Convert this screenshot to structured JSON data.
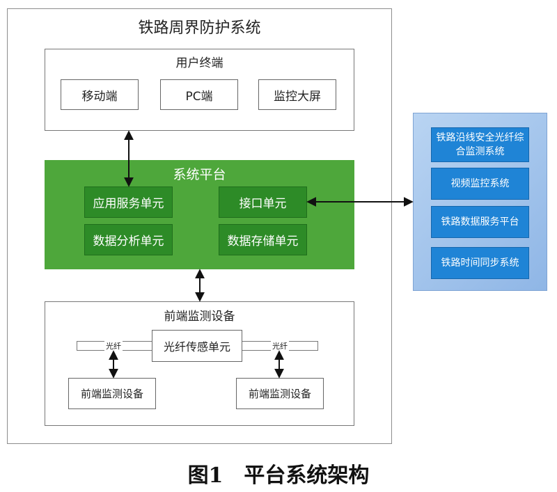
{
  "outer_title": "铁路周界防护系统",
  "user_terminal": {
    "title": "用户终端",
    "items": [
      "移动端",
      "PC端",
      "监控大屏"
    ]
  },
  "platform": {
    "title": "系统平台",
    "units": {
      "app_service": "应用服务单元",
      "interface": "接口单元",
      "data_analysis": "数据分析单元",
      "data_storage": "数据存储单元"
    }
  },
  "external_systems": [
    "铁路沿线安全光纤综合监测系统",
    "视频监控系统",
    "铁路数据服务平台",
    "铁路时间同步系统"
  ],
  "frontend": {
    "title": "前端监测设备",
    "sensing_unit": "光纤传感单元",
    "fiber_label_left": "光纤",
    "fiber_label_right": "光纤",
    "device_left": "前端监测设备",
    "device_right": "前端监测设备"
  },
  "caption": "图1　平台系统架构"
}
